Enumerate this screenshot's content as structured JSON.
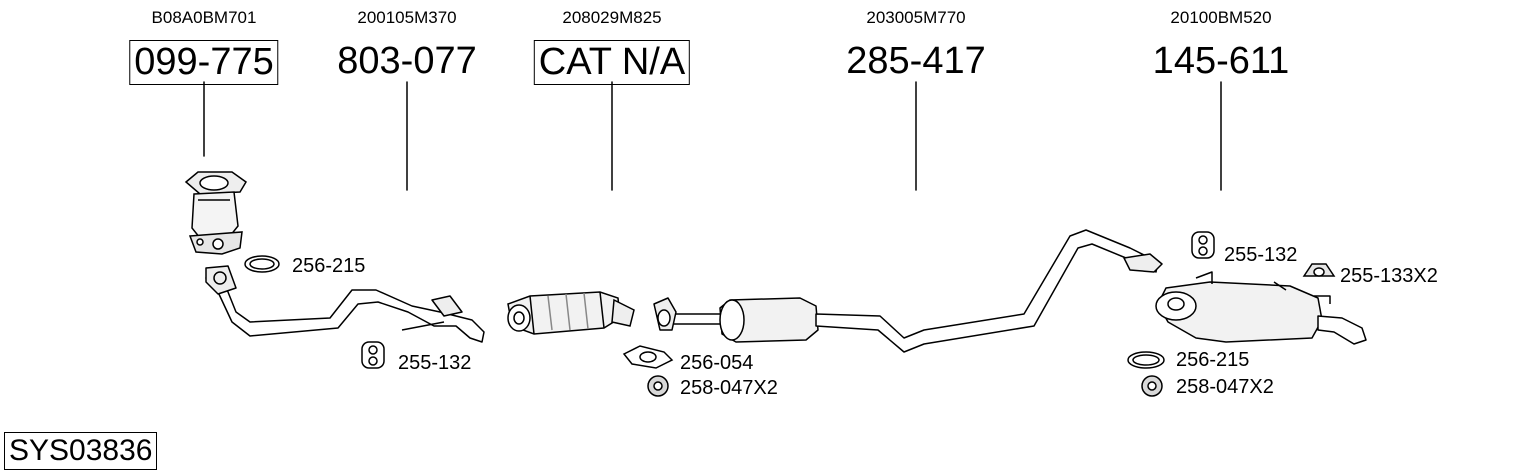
{
  "columns": [
    {
      "oem": "B08A0BM701",
      "part": "099-775",
      "boxed": true
    },
    {
      "oem": "200105M370",
      "part": "803-077",
      "boxed": false
    },
    {
      "oem": "208029M825",
      "part": "CAT N/A",
      "boxed": true
    },
    {
      "oem": "203005M770",
      "part": "285-417",
      "boxed": false
    },
    {
      "oem": "20100BM520",
      "part": "145-611",
      "boxed": false
    }
  ],
  "small_parts": [
    {
      "label": "256-215"
    },
    {
      "label": "255-132"
    },
    {
      "label": "256-054"
    },
    {
      "label": "258-047X2"
    },
    {
      "label": "255-132"
    },
    {
      "label": "255-133X2"
    },
    {
      "label": "256-215"
    },
    {
      "label": "258-047X2"
    }
  ],
  "system_code": "SYS03836"
}
